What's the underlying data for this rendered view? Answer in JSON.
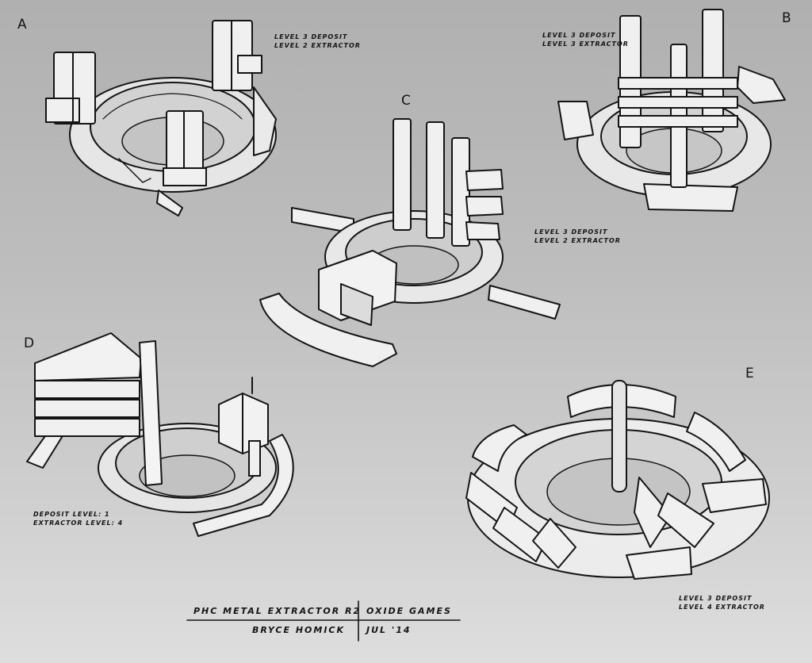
{
  "sketches": [
    {
      "id": "A",
      "letter": "A",
      "notes": [
        "Level 3 Deposit",
        "Level 2 Extractor"
      ]
    },
    {
      "id": "B",
      "letter": "B",
      "notes": [
        "Level 3 Deposit",
        "Level 3 Extractor"
      ]
    },
    {
      "id": "C",
      "letter": "C",
      "notes": [
        "Level 3 Deposit",
        "Level 2 Extractor"
      ]
    },
    {
      "id": "D",
      "letter": "D",
      "notes": [
        "Deposit Level: 1",
        "Extractor Level: 4"
      ]
    },
    {
      "id": "E",
      "letter": "E",
      "notes": [
        "Level 3 Deposit",
        "Level 4 Extractor"
      ]
    }
  ],
  "title_block": {
    "project": "PHC Metal Extractor R2",
    "studio": "Oxide Games",
    "artist": "Bryce Homick",
    "date": "Jul '14"
  },
  "colors": {
    "background_top": "#b0b0b0",
    "background_bottom": "#dedede",
    "ink": "#141414",
    "fill_light": "#f2f2f2",
    "fill_shade": "#d6d6d6"
  }
}
